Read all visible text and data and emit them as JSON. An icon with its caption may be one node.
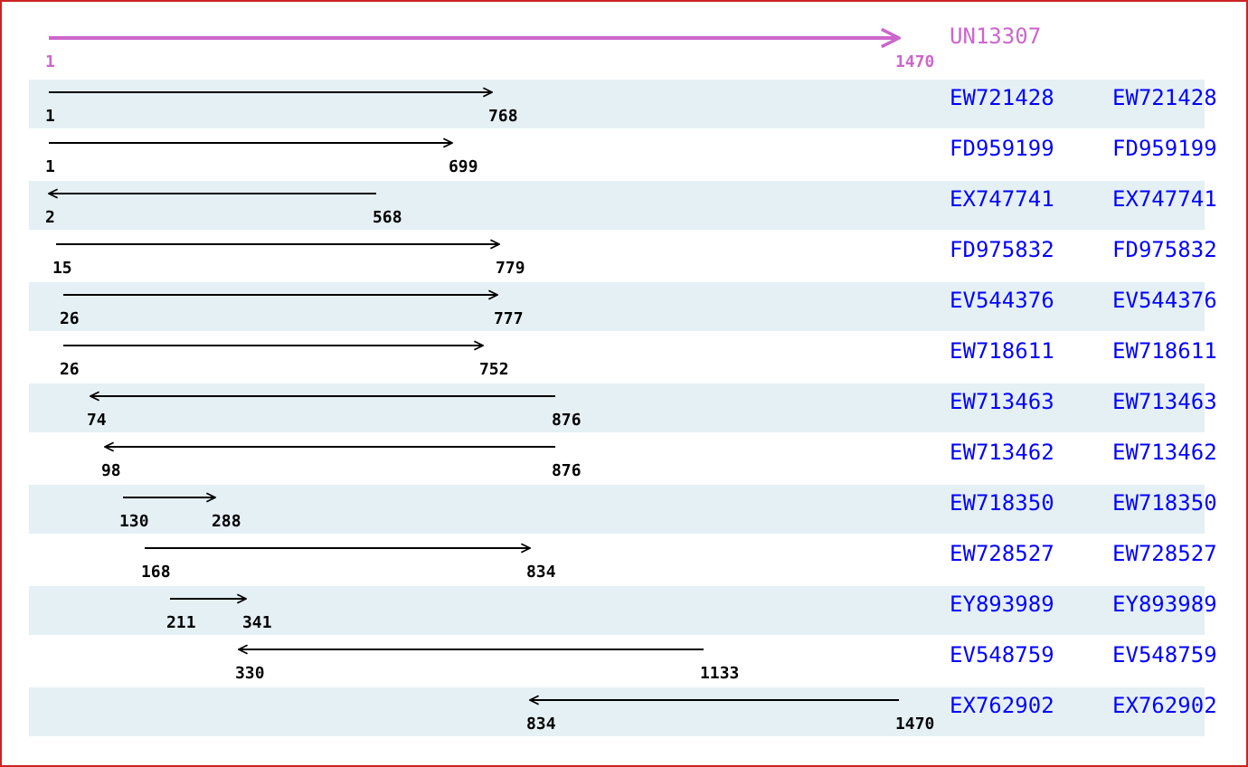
{
  "diagram": {
    "nodes": [
      {
        "text": [
          "1"
        ]
      },
      {
        "text": [
          "1470"
        ]
      },
      {
        "text": [
          "1"
        ]
      },
      {
        "text": [
          "768"
        ]
      },
      {
        "text": [
          "1"
        ]
      },
      {
        "text": [
          "699"
        ]
      },
      {
        "text": [
          "2"
        ]
      },
      {
        "text": [
          "568"
        ]
      },
      {
        "text": [
          "15"
        ]
      },
      {
        "text": [
          "779"
        ]
      },
      {
        "text": [
          "26"
        ]
      },
      {
        "text": [
          "777"
        ]
      },
      {
        "text": [
          "26"
        ]
      },
      {
        "text": [
          "752"
        ]
      },
      {
        "text": [
          "74"
        ]
      },
      {
        "text": [
          "876"
        ]
      },
      {
        "text": [
          "98"
        ]
      },
      {
        "text": [
          "876"
        ]
      },
      {
        "text": [
          "130"
        ]
      },
      {
        "text": [
          "288"
        ]
      },
      {
        "text": [
          "168"
        ]
      },
      {
        "text": [
          "834"
        ]
      },
      {
        "text": [
          "211"
        ]
      },
      {
        "text": [
          "341"
        ]
      },
      {
        "text": [
          "330"
        ]
      },
      {
        "text": [
          "1133"
        ]
      },
      {
        "text": [
          "834"
        ]
      },
      {
        "text": [
          "1470"
        ]
      }
    ],
    "edges": [
      {
        "from": 0,
        "to": 1,
        "arrow": "to",
        "color": "#cc66cc"
      },
      {
        "from": 2,
        "to": 3,
        "arrow": "to"
      },
      {
        "from": 4,
        "to": 5,
        "arrow": "to"
      },
      {
        "from": 7,
        "to": 6,
        "arrow": "to"
      },
      {
        "from": 8,
        "to": 9,
        "arrow": "to"
      },
      {
        "from": 10,
        "to": 11,
        "arrow": "to"
      },
      {
        "from": 12,
        "to": 13,
        "arrow": "to"
      },
      {
        "from": 15,
        "to": 14,
        "arrow": "to"
      },
      {
        "from": 17,
        "to": 16,
        "arrow": "to"
      },
      {
        "from": 18,
        "to": 19,
        "arrow": "to"
      },
      {
        "from": 20,
        "to": 21,
        "arrow": "to"
      },
      {
        "from": 22,
        "to": 23,
        "arrow": "to"
      },
      {
        "from": 25,
        "to": 24,
        "arrow": "to"
      },
      {
        "from": 27,
        "to": 26,
        "arrow": "to"
      }
    ],
    "labels": [
      "UN13307",
      "EW721428",
      "EW721428",
      "FD959199",
      "FD959199",
      "EX747741",
      "EX747741",
      "FD975832",
      "FD975832",
      "EV544376",
      "EV544376",
      "EW718611",
      "EW718611",
      "EW713463",
      "EW713463",
      "EW713462",
      "EW713462",
      "EW718350",
      "EW718350",
      "EW728527",
      "EW728527",
      "EY893989",
      "EY893989",
      "EV548759",
      "EV548759",
      "EX762902",
      "EX762902"
    ]
  }
}
